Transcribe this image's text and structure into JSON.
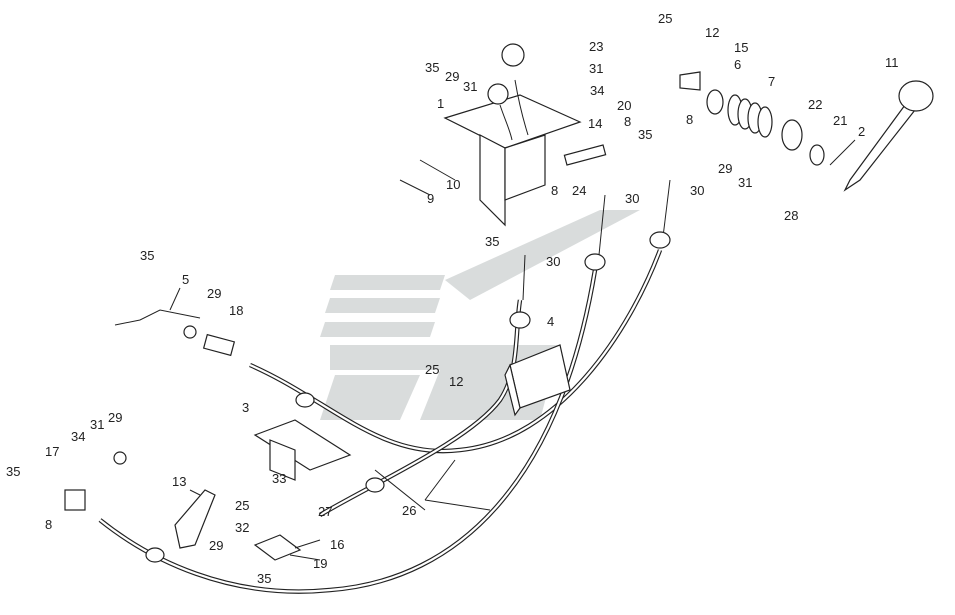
{
  "diagram": {
    "type": "exploded-parts-diagram",
    "callouts": [
      "25",
      "12",
      "15",
      "6",
      "7",
      "22",
      "21",
      "2",
      "11",
      "28",
      "31",
      "29",
      "30",
      "8",
      "35",
      "23",
      "31",
      "34",
      "20",
      "35",
      "29",
      "31",
      "1",
      "14",
      "8",
      "24",
      "30",
      "10",
      "9",
      "8",
      "35",
      "30",
      "35",
      "5",
      "29",
      "18",
      "4",
      "25",
      "12",
      "3",
      "29",
      "31",
      "34",
      "17",
      "35",
      "8",
      "13",
      "33",
      "27",
      "25",
      "32",
      "16",
      "29",
      "19",
      "35",
      "26"
    ],
    "colors": {
      "line": "#222222",
      "watermark": "#d9dcdc",
      "background": "#ffffff"
    }
  }
}
